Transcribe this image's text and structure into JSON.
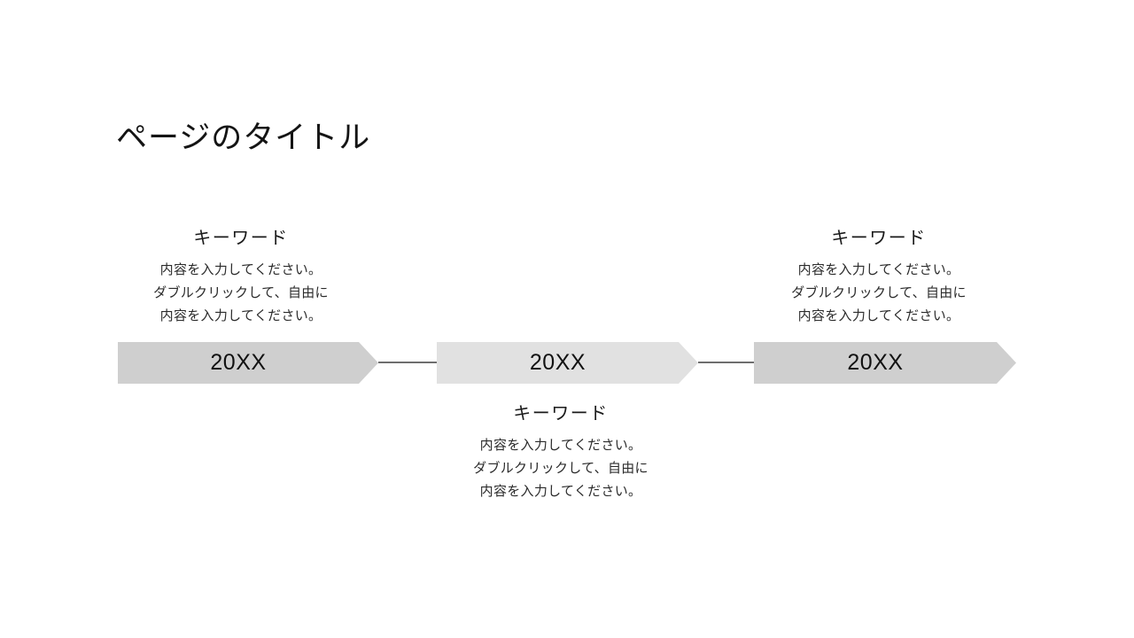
{
  "slide": {
    "title": "ページのタイトル",
    "background": "#ffffff"
  },
  "timeline": {
    "connector_color": "#6e6e6e",
    "milestones": [
      {
        "year": "20XX",
        "keyword": "キーワード",
        "description": [
          "内容を入力してください。",
          "ダブルクリックして、自由に",
          "内容を入力してください。"
        ],
        "label_position": "above",
        "arrow_color": "#cfcfcf"
      },
      {
        "year": "20XX",
        "keyword": "キーワード",
        "description": [
          "内容を入力してください。",
          "ダブルクリックして、自由に",
          "内容を入力してください。"
        ],
        "label_position": "below",
        "arrow_color": "#e1e1e1"
      },
      {
        "year": "20XX",
        "keyword": "キーワード",
        "description": [
          "内容を入力してください。",
          "ダブルクリックして、自由に",
          "内容を入力してください。"
        ],
        "label_position": "above",
        "arrow_color": "#cfcfcf"
      }
    ]
  }
}
